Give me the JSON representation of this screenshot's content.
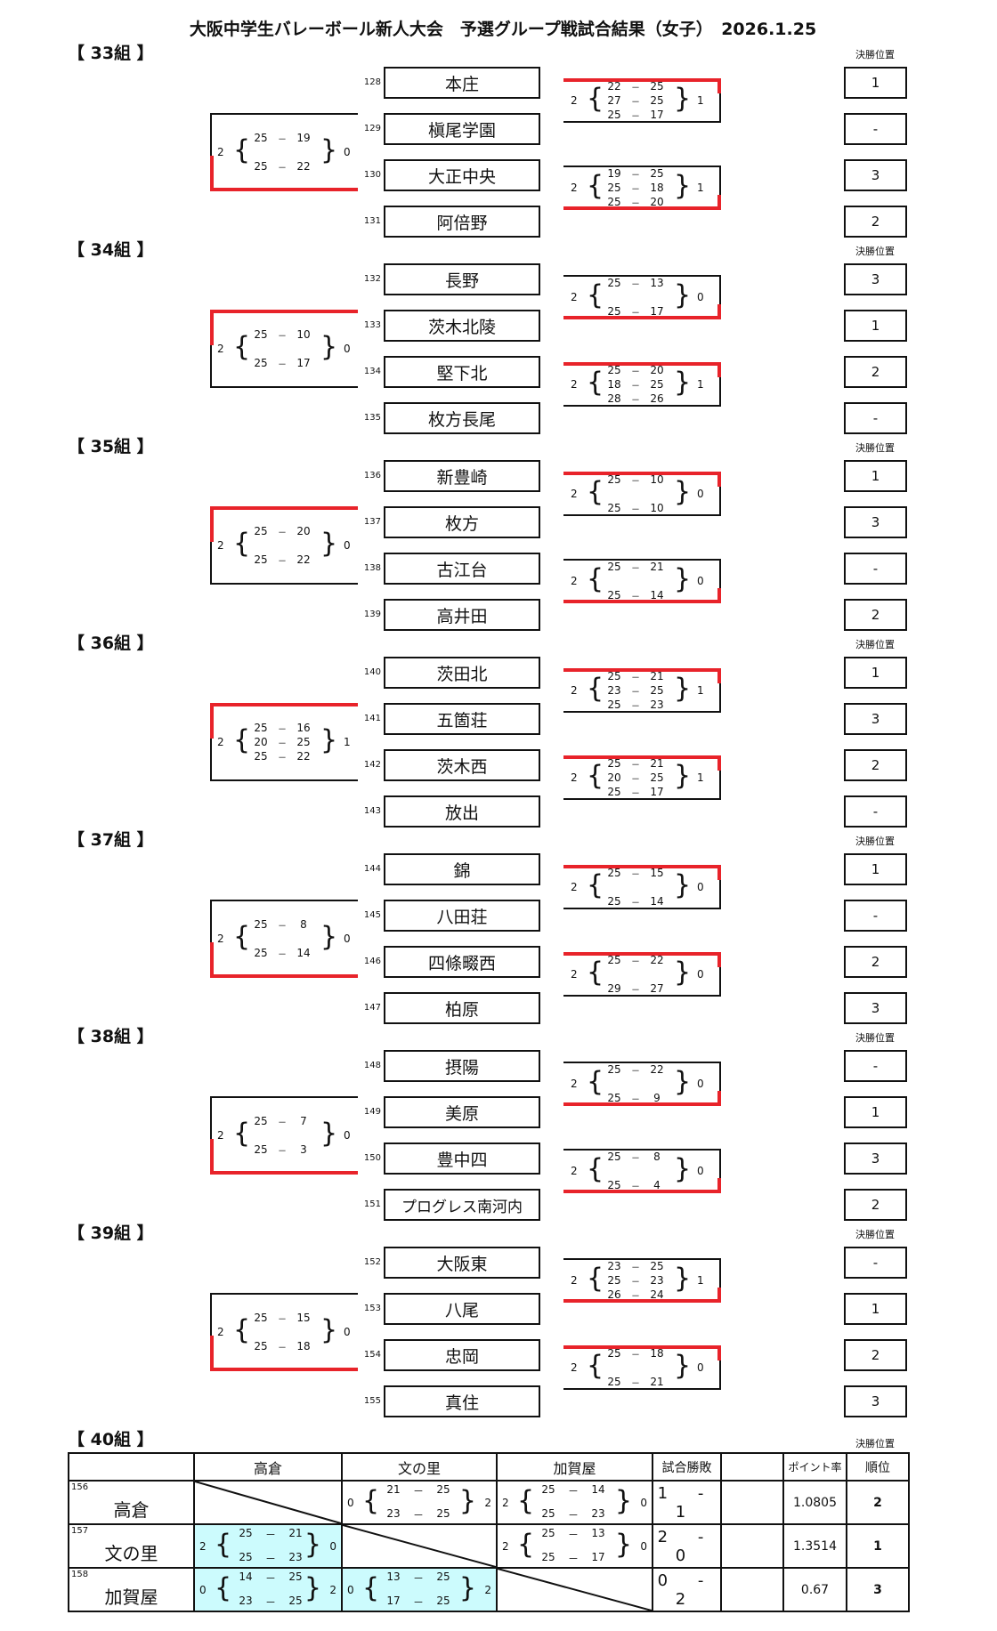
{
  "title": "大阪中学生バレーボール新人大会　予選グループ戦試合結果（女子）　2026.1.25",
  "final_label": "決勝位置",
  "groups": [
    {
      "name": "【 33組 】",
      "teams": [
        {
          "seed": "128",
          "name": "本庄",
          "rank": "1"
        },
        {
          "seed": "129",
          "name": "槇尾学園",
          "rank": "-"
        },
        {
          "seed": "130",
          "name": "大正中央",
          "rank": "3"
        },
        {
          "seed": "131",
          "name": "阿倍野",
          "rank": "2"
        }
      ],
      "left_match": {
        "left_sets": "2",
        "right_sets": "0",
        "sets": [
          [
            "25",
            "19"
          ],
          [
            "25",
            "22"
          ]
        ],
        "winner": "bottom"
      },
      "right_top_match": {
        "left_sets": "2",
        "right_sets": "1",
        "sets": [
          [
            "22",
            "25"
          ],
          [
            "27",
            "25"
          ],
          [
            "25",
            "17"
          ]
        ],
        "winner": "top"
      },
      "right_bottom_match": {
        "left_sets": "2",
        "right_sets": "1",
        "sets": [
          [
            "19",
            "25"
          ],
          [
            "25",
            "18"
          ],
          [
            "25",
            "20"
          ]
        ],
        "winner": "bottom"
      }
    },
    {
      "name": "【 34組 】",
      "teams": [
        {
          "seed": "132",
          "name": "長野",
          "rank": "3"
        },
        {
          "seed": "133",
          "name": "茨木北陵",
          "rank": "1"
        },
        {
          "seed": "134",
          "name": "堅下北",
          "rank": "2"
        },
        {
          "seed": "135",
          "name": "枚方長尾",
          "rank": "-"
        }
      ],
      "left_match": {
        "left_sets": "2",
        "right_sets": "0",
        "sets": [
          [
            "25",
            "10"
          ],
          [
            "25",
            "17"
          ]
        ],
        "winner": "top"
      },
      "right_top_match": {
        "left_sets": "2",
        "right_sets": "0",
        "sets": [
          [
            "25",
            "13"
          ],
          [
            "25",
            "17"
          ]
        ],
        "winner": "bottom"
      },
      "right_bottom_match": {
        "left_sets": "2",
        "right_sets": "1",
        "sets": [
          [
            "25",
            "20"
          ],
          [
            "18",
            "25"
          ],
          [
            "28",
            "26"
          ]
        ],
        "winner": "top"
      }
    },
    {
      "name": "【 35組 】",
      "teams": [
        {
          "seed": "136",
          "name": "新豊崎",
          "rank": "1"
        },
        {
          "seed": "137",
          "name": "枚方",
          "rank": "3"
        },
        {
          "seed": "138",
          "name": "古江台",
          "rank": "-"
        },
        {
          "seed": "139",
          "name": "高井田",
          "rank": "2"
        }
      ],
      "left_match": {
        "left_sets": "2",
        "right_sets": "0",
        "sets": [
          [
            "25",
            "20"
          ],
          [
            "25",
            "22"
          ]
        ],
        "winner": "top"
      },
      "right_top_match": {
        "left_sets": "2",
        "right_sets": "0",
        "sets": [
          [
            "25",
            "10"
          ],
          [
            "25",
            "10"
          ]
        ],
        "winner": "top"
      },
      "right_bottom_match": {
        "left_sets": "2",
        "right_sets": "0",
        "sets": [
          [
            "25",
            "21"
          ],
          [
            "25",
            "14"
          ]
        ],
        "winner": "bottom"
      }
    },
    {
      "name": "【 36組 】",
      "teams": [
        {
          "seed": "140",
          "name": "茨田北",
          "rank": "1"
        },
        {
          "seed": "141",
          "name": "五箇荘",
          "rank": "3"
        },
        {
          "seed": "142",
          "name": "茨木西",
          "rank": "2"
        },
        {
          "seed": "143",
          "name": "放出",
          "rank": "-"
        }
      ],
      "left_match": {
        "left_sets": "2",
        "right_sets": "1",
        "sets": [
          [
            "25",
            "16"
          ],
          [
            "20",
            "25"
          ],
          [
            "25",
            "22"
          ]
        ],
        "winner": "top"
      },
      "right_top_match": {
        "left_sets": "2",
        "right_sets": "1",
        "sets": [
          [
            "25",
            "21"
          ],
          [
            "23",
            "25"
          ],
          [
            "25",
            "23"
          ]
        ],
        "winner": "top"
      },
      "right_bottom_match": {
        "left_sets": "2",
        "right_sets": "1",
        "sets": [
          [
            "25",
            "21"
          ],
          [
            "20",
            "25"
          ],
          [
            "25",
            "17"
          ]
        ],
        "winner": "top"
      }
    },
    {
      "name": "【 37組 】",
      "teams": [
        {
          "seed": "144",
          "name": "錦",
          "rank": "1"
        },
        {
          "seed": "145",
          "name": "八田荘",
          "rank": "-"
        },
        {
          "seed": "146",
          "name": "四條畷西",
          "rank": "2"
        },
        {
          "seed": "147",
          "name": "柏原",
          "rank": "3"
        }
      ],
      "left_match": {
        "left_sets": "2",
        "right_sets": "0",
        "sets": [
          [
            "25",
            "8"
          ],
          [
            "25",
            "14"
          ]
        ],
        "winner": "bottom"
      },
      "right_top_match": {
        "left_sets": "2",
        "right_sets": "0",
        "sets": [
          [
            "25",
            "15"
          ],
          [
            "25",
            "14"
          ]
        ],
        "winner": "top"
      },
      "right_bottom_match": {
        "left_sets": "2",
        "right_sets": "0",
        "sets": [
          [
            "25",
            "22"
          ],
          [
            "29",
            "27"
          ]
        ],
        "winner": "top"
      }
    },
    {
      "name": "【 38組 】",
      "teams": [
        {
          "seed": "148",
          "name": "摂陽",
          "rank": "-"
        },
        {
          "seed": "149",
          "name": "美原",
          "rank": "1"
        },
        {
          "seed": "150",
          "name": "豊中四",
          "rank": "3"
        },
        {
          "seed": "151",
          "name": "プログレス南河内",
          "rank": "2"
        }
      ],
      "left_match": {
        "left_sets": "2",
        "right_sets": "0",
        "sets": [
          [
            "25",
            "7"
          ],
          [
            "25",
            "3"
          ]
        ],
        "winner": "bottom"
      },
      "right_top_match": {
        "left_sets": "2",
        "right_sets": "0",
        "sets": [
          [
            "25",
            "22"
          ],
          [
            "25",
            "9"
          ]
        ],
        "winner": "bottom"
      },
      "right_bottom_match": {
        "left_sets": "2",
        "right_sets": "0",
        "sets": [
          [
            "25",
            "8"
          ],
          [
            "25",
            "4"
          ]
        ],
        "winner": "bottom"
      }
    },
    {
      "name": "【 39組 】",
      "teams": [
        {
          "seed": "152",
          "name": "大阪東",
          "rank": "-"
        },
        {
          "seed": "153",
          "name": "八尾",
          "rank": "1"
        },
        {
          "seed": "154",
          "name": "忠岡",
          "rank": "2"
        },
        {
          "seed": "155",
          "name": "真住",
          "rank": "3"
        }
      ],
      "left_match": {
        "left_sets": "2",
        "right_sets": "0",
        "sets": [
          [
            "25",
            "15"
          ],
          [
            "25",
            "18"
          ]
        ],
        "winner": "bottom"
      },
      "right_top_match": {
        "left_sets": "2",
        "right_sets": "1",
        "sets": [
          [
            "23",
            "25"
          ],
          [
            "25",
            "23"
          ],
          [
            "26",
            "24"
          ]
        ],
        "winner": "bottom"
      },
      "right_bottom_match": {
        "left_sets": "2",
        "right_sets": "0",
        "sets": [
          [
            "25",
            "18"
          ],
          [
            "25",
            "21"
          ]
        ],
        "winner": "top"
      }
    }
  ],
  "group40": {
    "name": "【 40組 】",
    "headers": {
      "opp1": "高倉",
      "opp2": "文の里",
      "opp3": "加賀屋",
      "win_loss": "試合勝敗",
      "blank": "",
      "point_rate": "ポイント率",
      "place": "順位"
    },
    "rows": [
      {
        "seed": "156",
        "name": "高倉",
        "cells": [
          null,
          {
            "left": "0",
            "right": "2",
            "set1": [
              "21",
              "25"
            ],
            "set2": [
              "23",
              "25"
            ],
            "highlight": false
          },
          {
            "left": "2",
            "right": "0",
            "set1": [
              "25",
              "14"
            ],
            "set2": [
              "25",
              "23"
            ],
            "highlight": false
          }
        ],
        "win_loss": "1 - 1",
        "point_rate": "1.0805",
        "place": "2"
      },
      {
        "seed": "157",
        "name": "文の里",
        "cells": [
          {
            "left": "2",
            "right": "0",
            "set1": [
              "25",
              "21"
            ],
            "set2": [
              "25",
              "23"
            ],
            "highlight": true
          },
          null,
          {
            "left": "2",
            "right": "0",
            "set1": [
              "25",
              "13"
            ],
            "set2": [
              "25",
              "17"
            ],
            "highlight": false
          }
        ],
        "win_loss": "2 - 0",
        "point_rate": "1.3514",
        "place": "1"
      },
      {
        "seed": "158",
        "name": "加賀屋",
        "cells": [
          {
            "left": "0",
            "right": "2",
            "set1": [
              "14",
              "25"
            ],
            "set2": [
              "23",
              "25"
            ],
            "highlight": true
          },
          {
            "left": "0",
            "right": "2",
            "set1": [
              "13",
              "25"
            ],
            "set2": [
              "17",
              "25"
            ],
            "highlight": true
          },
          null
        ],
        "win_loss": "0 - 2",
        "point_rate": "0.67",
        "place": "3"
      }
    ]
  },
  "colors": {
    "winner_line": "#e8232a",
    "line": "#111111",
    "highlight": "#ccfbfd"
  },
  "glyphs": {
    "open_brace": "{",
    "close_brace": "}",
    "dash": "－"
  }
}
